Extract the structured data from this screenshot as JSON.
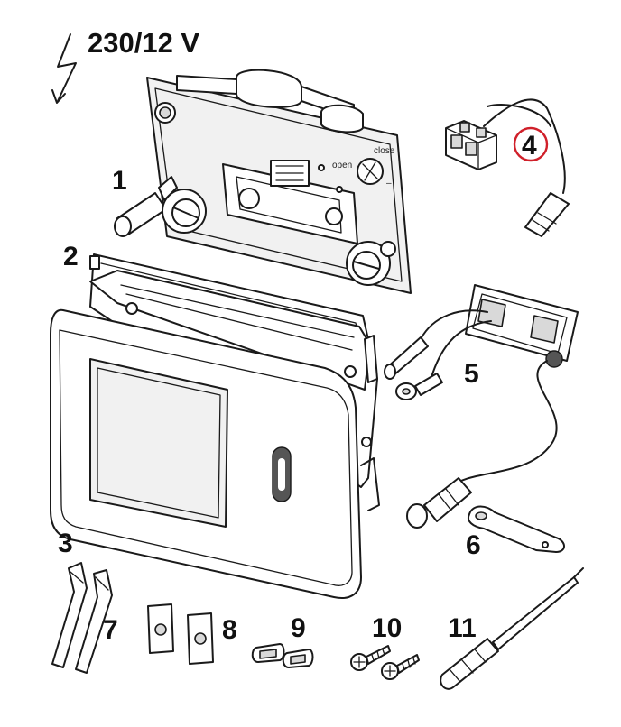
{
  "voltage_label": "230/12 V",
  "parts": {
    "p1": "1",
    "p2": "2",
    "p3": "3",
    "p4": "4",
    "p5": "5",
    "p6": "6",
    "p7": "7",
    "p8": "8",
    "p9": "9",
    "p10": "10",
    "p11": "11"
  },
  "valve_labels": {
    "open": "open",
    "close": "close",
    "minus": "–"
  },
  "highlight_color": "#d0202a"
}
